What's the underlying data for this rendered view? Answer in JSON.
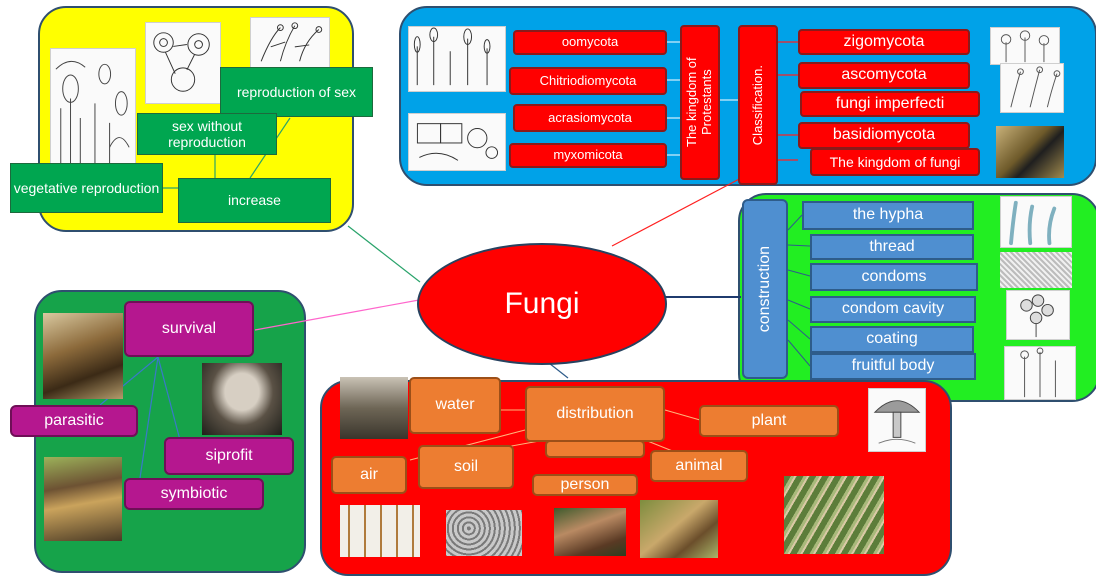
{
  "center": {
    "label": "Fungi"
  },
  "yellow": {
    "boxes": {
      "repro_sex": "reproduction of sex",
      "sex_without": "sex without reproduction",
      "vegetative": "vegetative reproduction",
      "increase": "increase"
    }
  },
  "blue": {
    "left": [
      "oomycota",
      "Chitriodiomycota",
      "acrasiomycota",
      "myxomicota"
    ],
    "kingdom_protestants": "The kingdom of Protestants",
    "classification": "Classification.",
    "right": [
      "zigomycota",
      "ascomycota",
      "fungi imperfecti",
      "basidiomycota",
      "The kingdom of fungi"
    ]
  },
  "green": {
    "construction": "construction",
    "items": [
      "the hypha",
      "thread",
      "condoms",
      "condom cavity",
      "coating",
      "fruitful body"
    ]
  },
  "survival": {
    "title": "survival",
    "items": [
      "parasitic",
      "siprofit",
      "symbiotic"
    ]
  },
  "distribution": {
    "title": "distribution",
    "items": [
      "water",
      "plant",
      "air",
      "soil",
      "animal",
      "person"
    ]
  },
  "colors": {
    "yellow": "#ffff00",
    "blue": "#00a2e8",
    "green": "#22ee22",
    "dark_green": "#16a34a",
    "red": "#ff0000"
  }
}
